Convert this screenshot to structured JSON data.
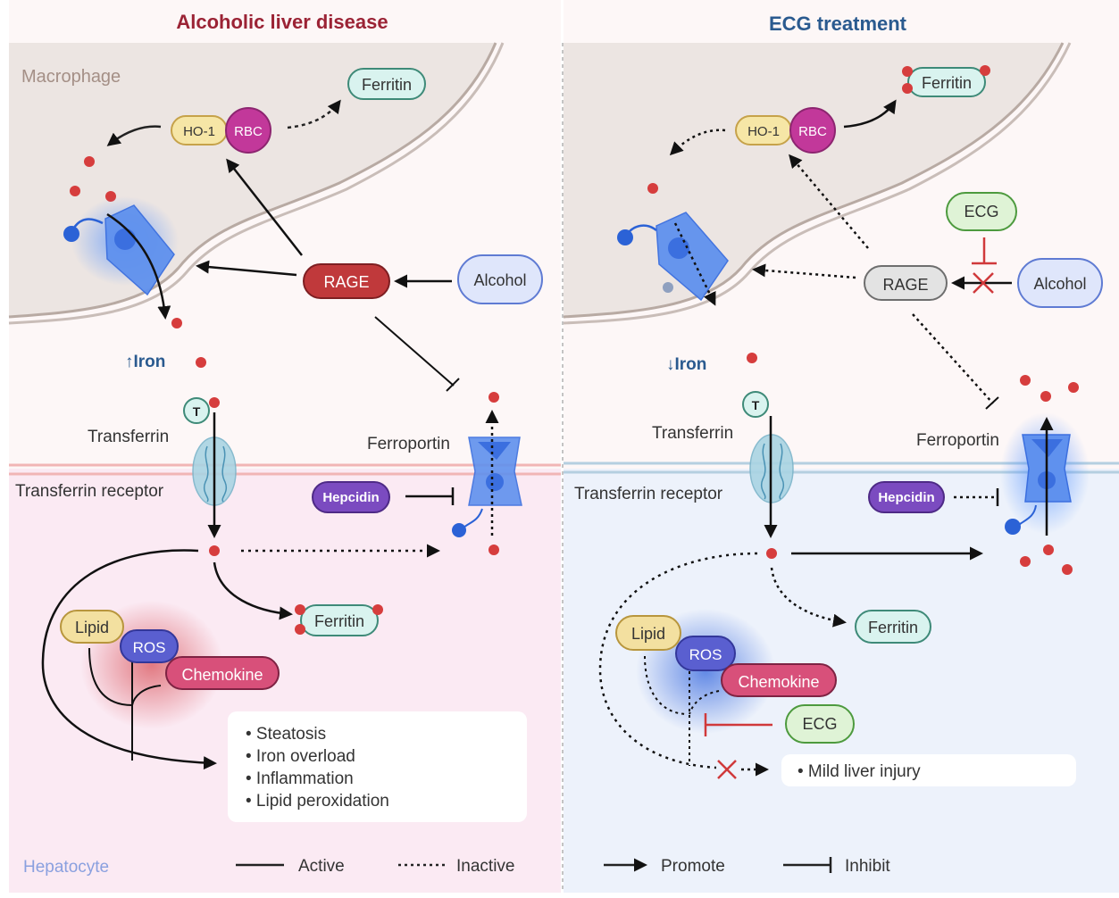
{
  "panels": {
    "left": {
      "title": "Alcoholic liver disease",
      "title_color": "#9b2335",
      "macrophage_label": "Macrophage",
      "hepatocyte_label": "Hepatocyte",
      "iron_label": "↑Iron",
      "nodes": {
        "ferritin_top": "Ferritin",
        "ho1": "HO-1",
        "rbc": "RBC",
        "rage": "RAGE",
        "alcohol": "Alcohol",
        "transferrin": "Transferrin",
        "transferrin_t": "T",
        "transferrin_receptor": "Transferrin receptor",
        "ferroportin": "Ferroportin",
        "hepcidin": "Hepcidin",
        "ferritin_bottom": "Ferritin",
        "lipid": "Lipid",
        "ros": "ROS",
        "chemokine": "Chemokine"
      },
      "outcomes": [
        "Steatosis",
        "Iron overload",
        "Inflammation",
        "Lipid peroxidation"
      ],
      "legend": [
        {
          "style": "solid",
          "label": "Active"
        },
        {
          "style": "dotted",
          "label": "Inactive"
        }
      ]
    },
    "right": {
      "title": "ECG treatment",
      "title_color": "#2a5a8f",
      "iron_label": "↓Iron",
      "nodes": {
        "ferritin_top": "Ferritin",
        "ho1": "HO-1",
        "rbc": "RBC",
        "ecg_top": "ECG",
        "rage": "RAGE",
        "alcohol": "Alcohol",
        "transferrin": "Transferrin",
        "transferrin_t": "T",
        "transferrin_receptor": "Transferrin receptor",
        "ferroportin": "Ferroportin",
        "hepcidin": "Hepcidin",
        "ferritin_bottom": "Ferritin",
        "lipid": "Lipid",
        "ros": "ROS",
        "chemokine": "Chemokine",
        "ecg_bottom": "ECG"
      },
      "outcomes": [
        "Mild liver injury"
      ],
      "legend": [
        {
          "style": "arrow",
          "label": "Promote"
        },
        {
          "style": "inhibit",
          "label": "Inhibit"
        }
      ]
    }
  },
  "colors": {
    "rage_active": "#c0393b",
    "rage_inactive": "#e3e3e3",
    "alcohol": "#dfe6fb",
    "ecg": "#dff3d6",
    "ferritin": "#d9f3ef",
    "ho1": "#f6e6a6",
    "rbc": "#c2389a",
    "hepcidin": "#7b4bc0",
    "lipid": "#f3e0a0",
    "ros": "#5a5fd0",
    "chemokine": "#d8507a",
    "iron": "#d63d3d",
    "hepatocyte_left": "#fbeaf3",
    "hepatocyte_right": "#edf2fb",
    "macrophage": "#ece5e2",
    "inhibit_red": "#d0393b"
  }
}
